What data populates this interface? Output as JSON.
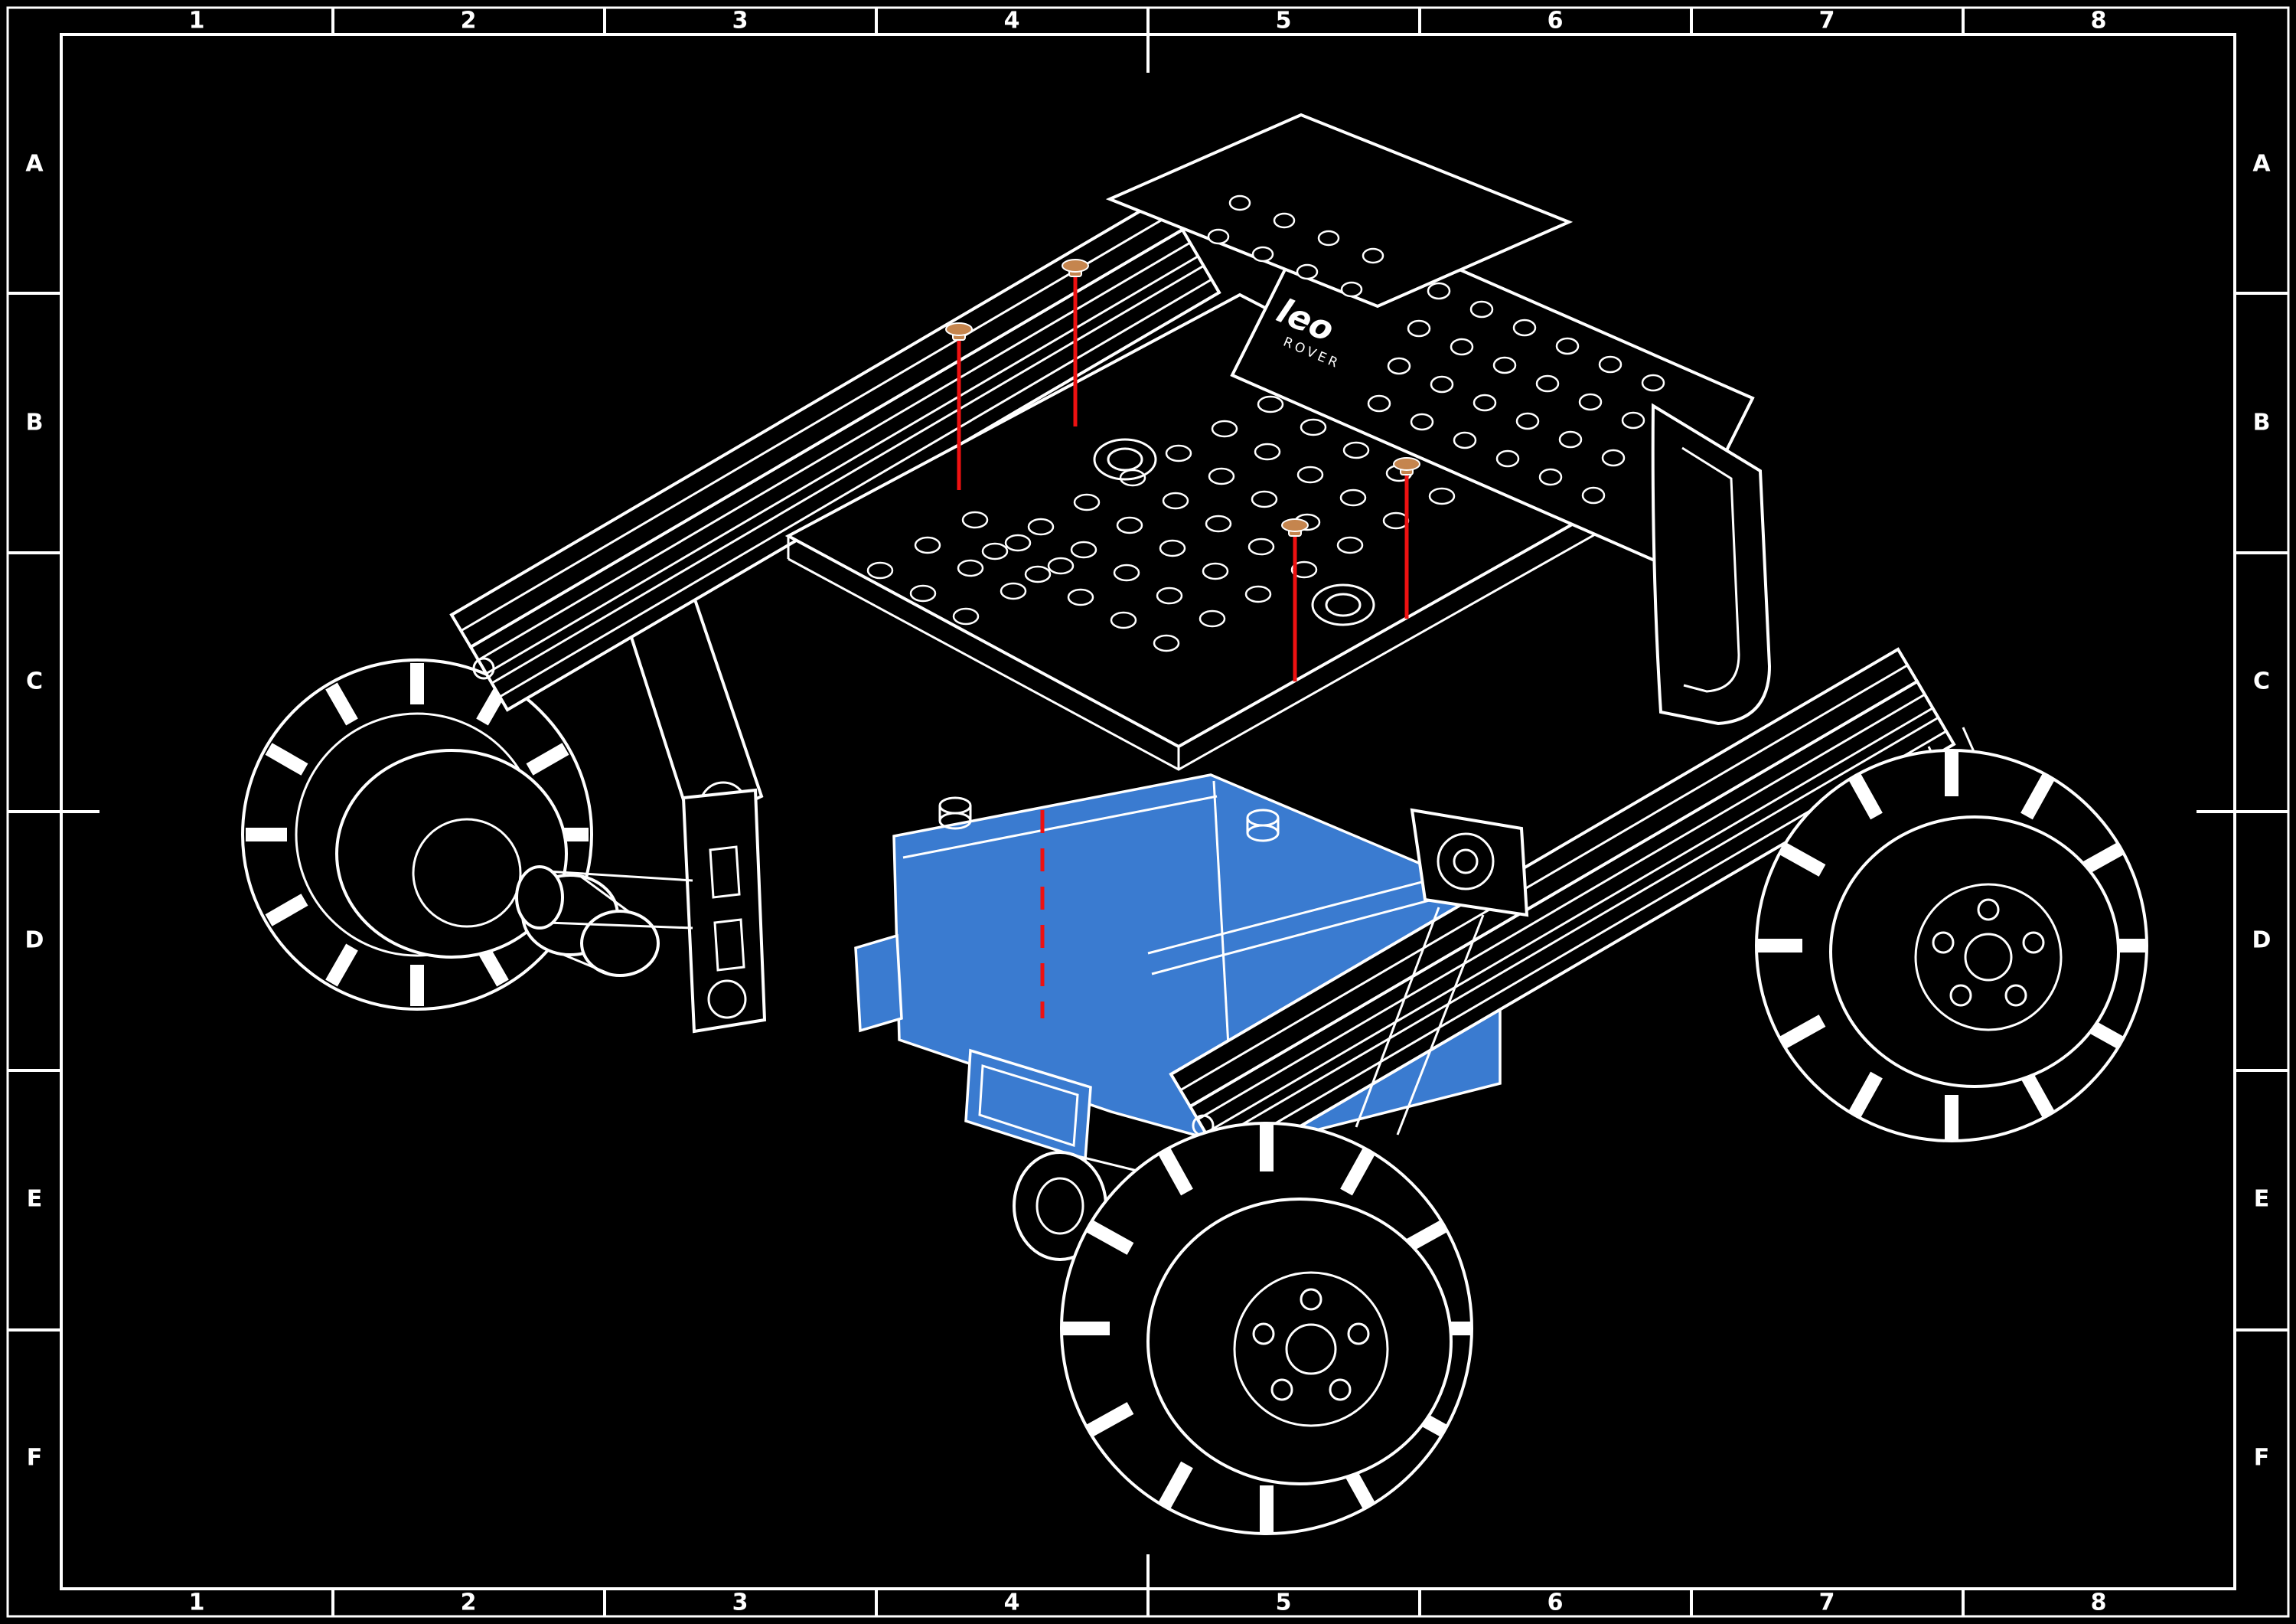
{
  "drawing": {
    "zone_columns": [
      "1",
      "2",
      "3",
      "4",
      "5",
      "6",
      "7",
      "8"
    ],
    "zone_rows": [
      "A",
      "B",
      "C",
      "D",
      "E",
      "F"
    ]
  },
  "illustration": {
    "logo": {
      "line1": "leo",
      "line2": "ROVER"
    },
    "screw_indicator_count": 4
  },
  "colors": {
    "background": "#000000",
    "line": "#ffffff",
    "highlight_part": "#3a7bd0",
    "screw_line": "#ee1111",
    "screw_head": "#c5854e"
  }
}
